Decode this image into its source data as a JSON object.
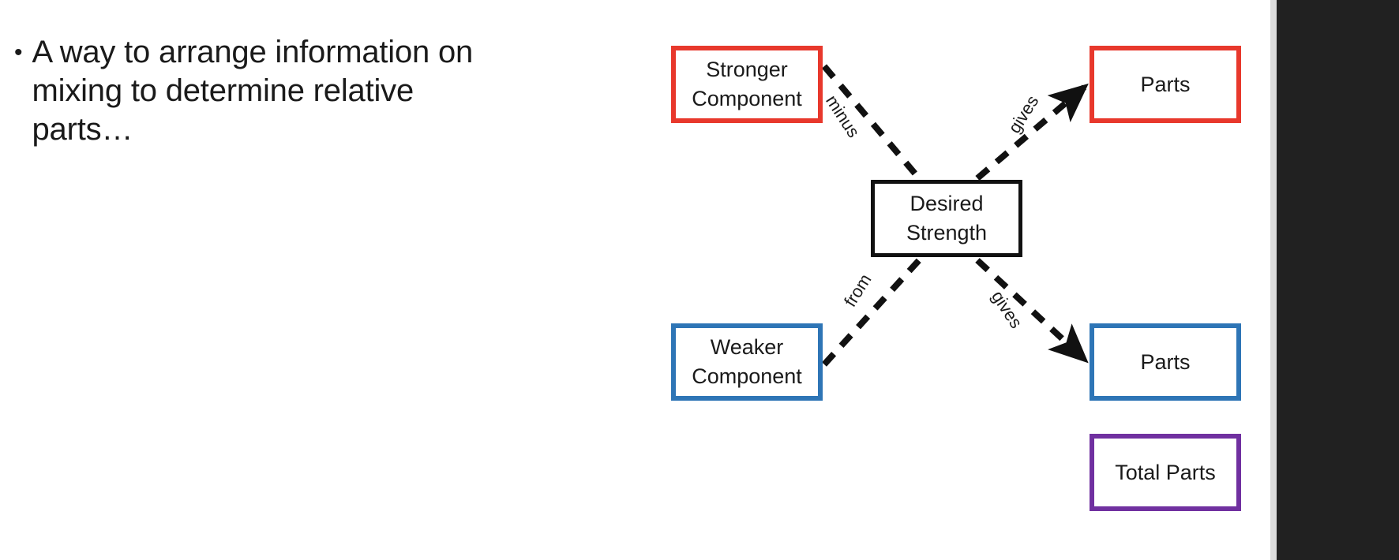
{
  "slide": {
    "background_color": "#ffffff",
    "bullet": {
      "marker": "•",
      "text": "A way to arrange information on mixing to determine relative parts…"
    },
    "diagram": {
      "type": "flowchart",
      "nodes": [
        {
          "id": "stronger-component",
          "label": "Stronger Component",
          "border_color": "#e8382c"
        },
        {
          "id": "parts-top",
          "label": "Parts",
          "border_color": "#e8382c"
        },
        {
          "id": "desired-strength",
          "label": "Desired Strength",
          "border_color": "#111111"
        },
        {
          "id": "weaker-component",
          "label": "Weaker Component",
          "border_color": "#2e75b6"
        },
        {
          "id": "parts-bottom",
          "label": "Parts",
          "border_color": "#2e75b6"
        },
        {
          "id": "total-parts",
          "label": "Total Parts",
          "border_color": "#7030a0"
        }
      ],
      "edges": [
        {
          "id": "edge-minus",
          "label": "minus",
          "from": "stronger-component",
          "to": "desired-strength",
          "style": "dashed",
          "arrow": false
        },
        {
          "id": "edge-gives-top",
          "label": "gives",
          "from": "desired-strength",
          "to": "parts-top",
          "style": "dashed",
          "arrow": true
        },
        {
          "id": "edge-from",
          "label": "from",
          "from": "weaker-component",
          "to": "desired-strength",
          "style": "dashed",
          "arrow": false
        },
        {
          "id": "edge-gives-bottom",
          "label": "gives",
          "from": "desired-strength",
          "to": "parts-bottom",
          "style": "dashed",
          "arrow": true
        }
      ]
    },
    "right_panel": {
      "color": "#212121"
    }
  }
}
